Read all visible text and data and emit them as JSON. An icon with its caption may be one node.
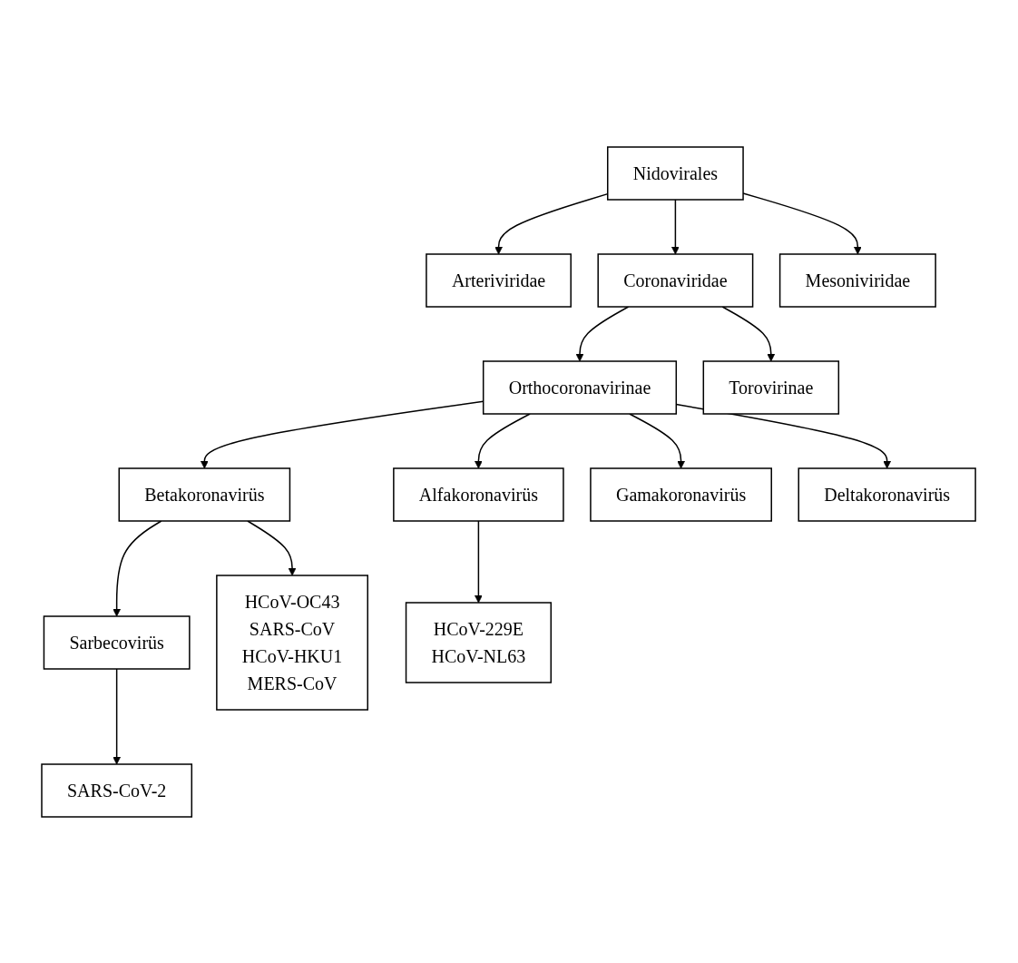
{
  "diagram": {
    "nodes": [
      {
        "text": [
          "Nidovirales"
        ]
      },
      {
        "text": [
          "Arteriviridae"
        ]
      },
      {
        "text": [
          "Coronaviridae"
        ]
      },
      {
        "text": [
          "Mesoniviridae"
        ]
      },
      {
        "text": [
          "Orthocoronavirinae"
        ]
      },
      {
        "text": [
          "Torovirinae"
        ]
      },
      {
        "text": [
          "Alfakoronavirüs"
        ]
      },
      {
        "text": [
          "Betakoronavirüs"
        ]
      },
      {
        "text": [
          "Gamakoronavirüs"
        ]
      },
      {
        "text": [
          "Deltakoronavirüs"
        ]
      },
      {
        "text": [
          "Sarbecovirüs"
        ]
      },
      {
        "text": [
          "HCoV-OC43",
          "SARS-CoV",
          "HCoV-HKU1",
          "MERS-CoV"
        ]
      },
      {
        "text": [
          "HCoV-229E",
          "HCoV-NL63"
        ]
      },
      {
        "text": [
          "SARS-CoV-2"
        ]
      }
    ],
    "edges": [
      {
        "from": 0,
        "to": 1,
        "arrow": "to"
      },
      {
        "from": 0,
        "to": 2,
        "arrow": "to"
      },
      {
        "from": 0,
        "to": 3,
        "arrow": "to"
      },
      {
        "from": 2,
        "to": 4,
        "arrow": "to"
      },
      {
        "from": 2,
        "to": 5,
        "arrow": "to"
      },
      {
        "from": 4,
        "to": 6,
        "arrow": "to"
      },
      {
        "from": 4,
        "to": 7,
        "arrow": "to"
      },
      {
        "from": 4,
        "to": 8,
        "arrow": "to"
      },
      {
        "from": 4,
        "to": 9,
        "arrow": "to"
      },
      {
        "from": 6,
        "to": 12,
        "arrow": "to"
      },
      {
        "from": 7,
        "to": 10,
        "arrow": "to"
      },
      {
        "from": 7,
        "to": 11,
        "arrow": "to"
      },
      {
        "from": 10,
        "to": 13,
        "arrow": "to"
      }
    ]
  }
}
